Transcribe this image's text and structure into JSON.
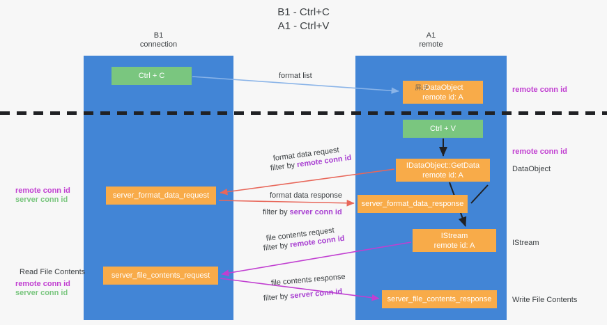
{
  "title": {
    "line1": "B1 - Ctrl+C",
    "line2": "A1 - Ctrl+V"
  },
  "lanes": [
    {
      "id": "b1",
      "name": "B1",
      "sublabel": "connection",
      "color": "#4285d6"
    },
    {
      "id": "a1",
      "name": "A1",
      "sublabel": "remote",
      "color": "#4285d6"
    }
  ],
  "nodes": {
    "ctrl_c": {
      "label": "Ctrl + C",
      "sub": "",
      "color": "#7ac67f"
    },
    "idataobject": {
      "label": "IDataObject",
      "sub": "remote id: A",
      "color": "#f8ab49"
    },
    "ctrl_v": {
      "label": "Ctrl + V",
      "sub": "",
      "color": "#7ac67f"
    },
    "getdata": {
      "label": "IDataObject::GetData",
      "sub": "remote id: A",
      "color": "#f8ab49"
    },
    "format_data_req": {
      "label": "server_format_data_request",
      "sub": "",
      "color": "#f8ab49"
    },
    "format_data_res": {
      "label": "server_format_data_response",
      "sub": "",
      "color": "#f8ab49"
    },
    "istream": {
      "label": "IStream",
      "sub": "remote id: A",
      "color": "#f8ab49"
    },
    "file_contents_req": {
      "label": "server_file_contents_request",
      "sub": "",
      "color": "#f8ab49"
    },
    "file_contents_res": {
      "label": "server_file_contents_response",
      "sub": "",
      "color": "#f8ab49"
    }
  },
  "edge_labels": {
    "format_list": "format list",
    "format_data_request": "format data request",
    "format_data_request_filter_prefix": "filter by ",
    "format_data_request_filter_key": "remote conn id",
    "format_data_response": "format data response",
    "format_data_response_filter_prefix": "filter by ",
    "format_data_response_filter_key": "server conn id",
    "file_contents_request": "file contents request",
    "file_contents_request_filter_prefix": "filter by ",
    "file_contents_request_filter_key": "remote conn id",
    "file_contents_response": "file contents response",
    "file_contents_response_filter_prefix": "filter by ",
    "file_contents_response_filter_key": "server conn id"
  },
  "annotations": {
    "right": [
      {
        "text": "remote conn id",
        "style": "magenta-bold"
      },
      {
        "text": "remote conn id",
        "style": "magenta-bold"
      },
      {
        "text": "DataObject",
        "style": "dark"
      },
      {
        "text": "IStream",
        "style": "dark"
      },
      {
        "text": "Write File Contents",
        "style": "dark"
      }
    ],
    "left": [
      {
        "text": "remote conn id",
        "style": "magenta-bold"
      },
      {
        "text": "server conn id",
        "style": "green-bold"
      },
      {
        "text": "Read File Contents",
        "style": "dark"
      },
      {
        "text": "remote conn id",
        "style": "magenta-bold"
      },
      {
        "text": "server conn id",
        "style": "green-bold"
      }
    ]
  },
  "colors": {
    "lane": "#4285d6",
    "green_node": "#7ac67f",
    "orange_node": "#f8ab49",
    "arrow_blue": "#8ab4e8",
    "arrow_red": "#e8675a",
    "arrow_purple": "#c13fd1",
    "arrow_black": "#202124",
    "divider": "#202124",
    "background": "#f7f7f7"
  }
}
